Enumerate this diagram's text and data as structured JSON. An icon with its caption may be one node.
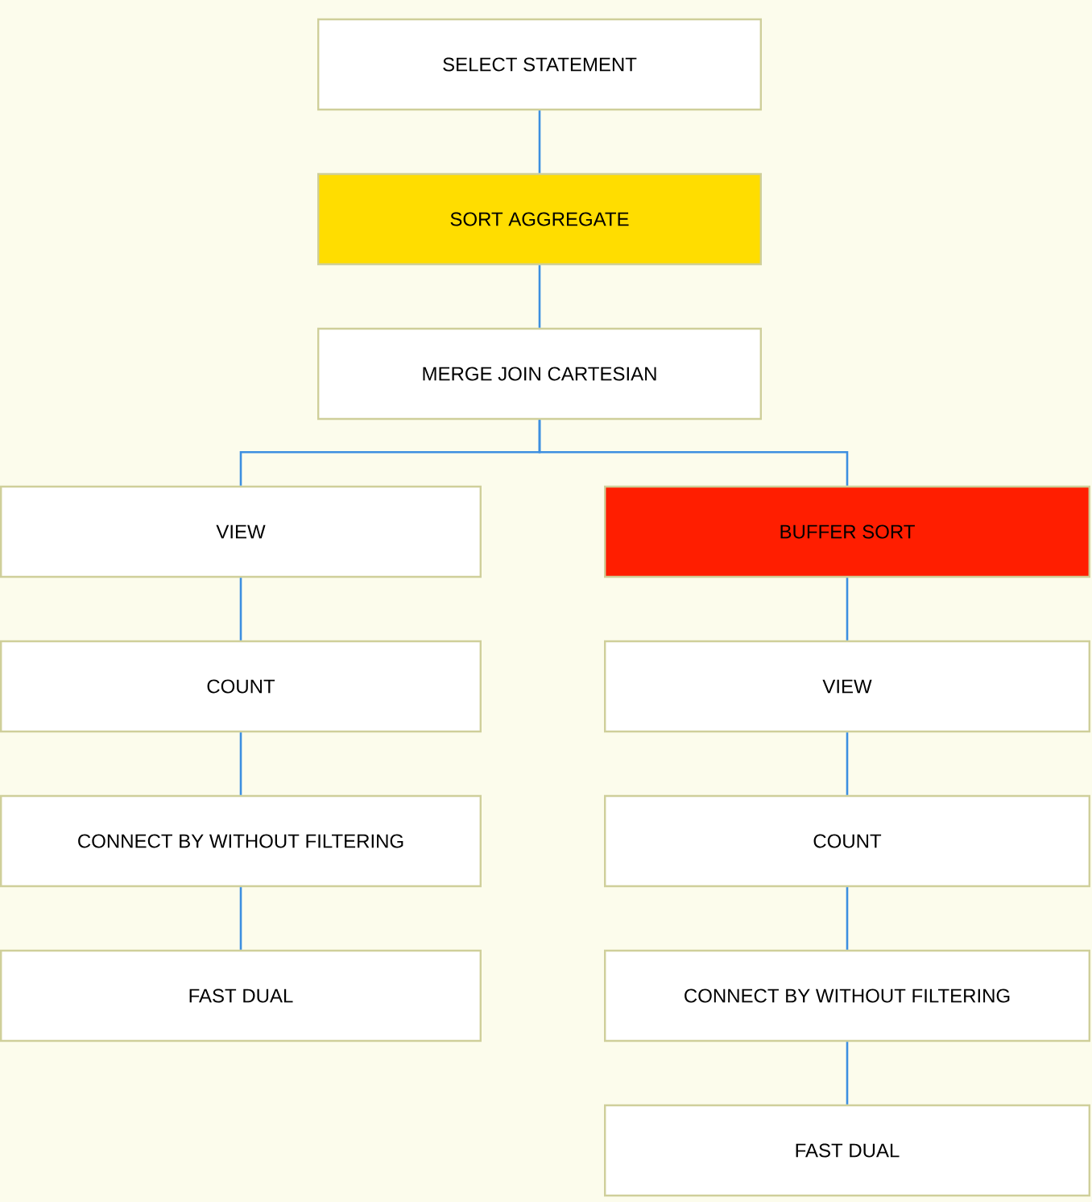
{
  "diagram": {
    "nodes": [
      {
        "text": [
          "SELECT STATEMENT"
        ]
      },
      {
        "text": [
          "SORT AGGREGATE"
        ]
      },
      {
        "text": [
          "MERGE JOIN CARTESIAN"
        ]
      },
      {
        "text": [
          "VIEW"
        ]
      },
      {
        "text": [
          "BUFFER SORT"
        ]
      },
      {
        "text": [
          "COUNT"
        ]
      },
      {
        "text": [
          "VIEW"
        ]
      },
      {
        "text": [
          "CONNECT BY WITHOUT FILTERING"
        ]
      },
      {
        "text": [
          "COUNT"
        ]
      },
      {
        "text": [
          "FAST DUAL"
        ]
      },
      {
        "text": [
          "CONNECT BY WITHOUT FILTERING"
        ]
      },
      {
        "text": [
          "FAST DUAL"
        ]
      }
    ],
    "edges": [
      {
        "from": 0,
        "to": 1,
        "arrow": "none"
      },
      {
        "from": 1,
        "to": 2,
        "arrow": "none"
      },
      {
        "from": 2,
        "to": 3,
        "arrow": "none"
      },
      {
        "from": 2,
        "to": 4,
        "arrow": "none"
      },
      {
        "from": 3,
        "to": 5,
        "arrow": "none"
      },
      {
        "from": 5,
        "to": 7,
        "arrow": "none"
      },
      {
        "from": 7,
        "to": 9,
        "arrow": "none"
      },
      {
        "from": 4,
        "to": 6,
        "arrow": "none"
      },
      {
        "from": 6,
        "to": 8,
        "arrow": "none"
      },
      {
        "from": 8,
        "to": 10,
        "arrow": "none"
      },
      {
        "from": 10,
        "to": 11,
        "arrow": "none"
      }
    ]
  }
}
